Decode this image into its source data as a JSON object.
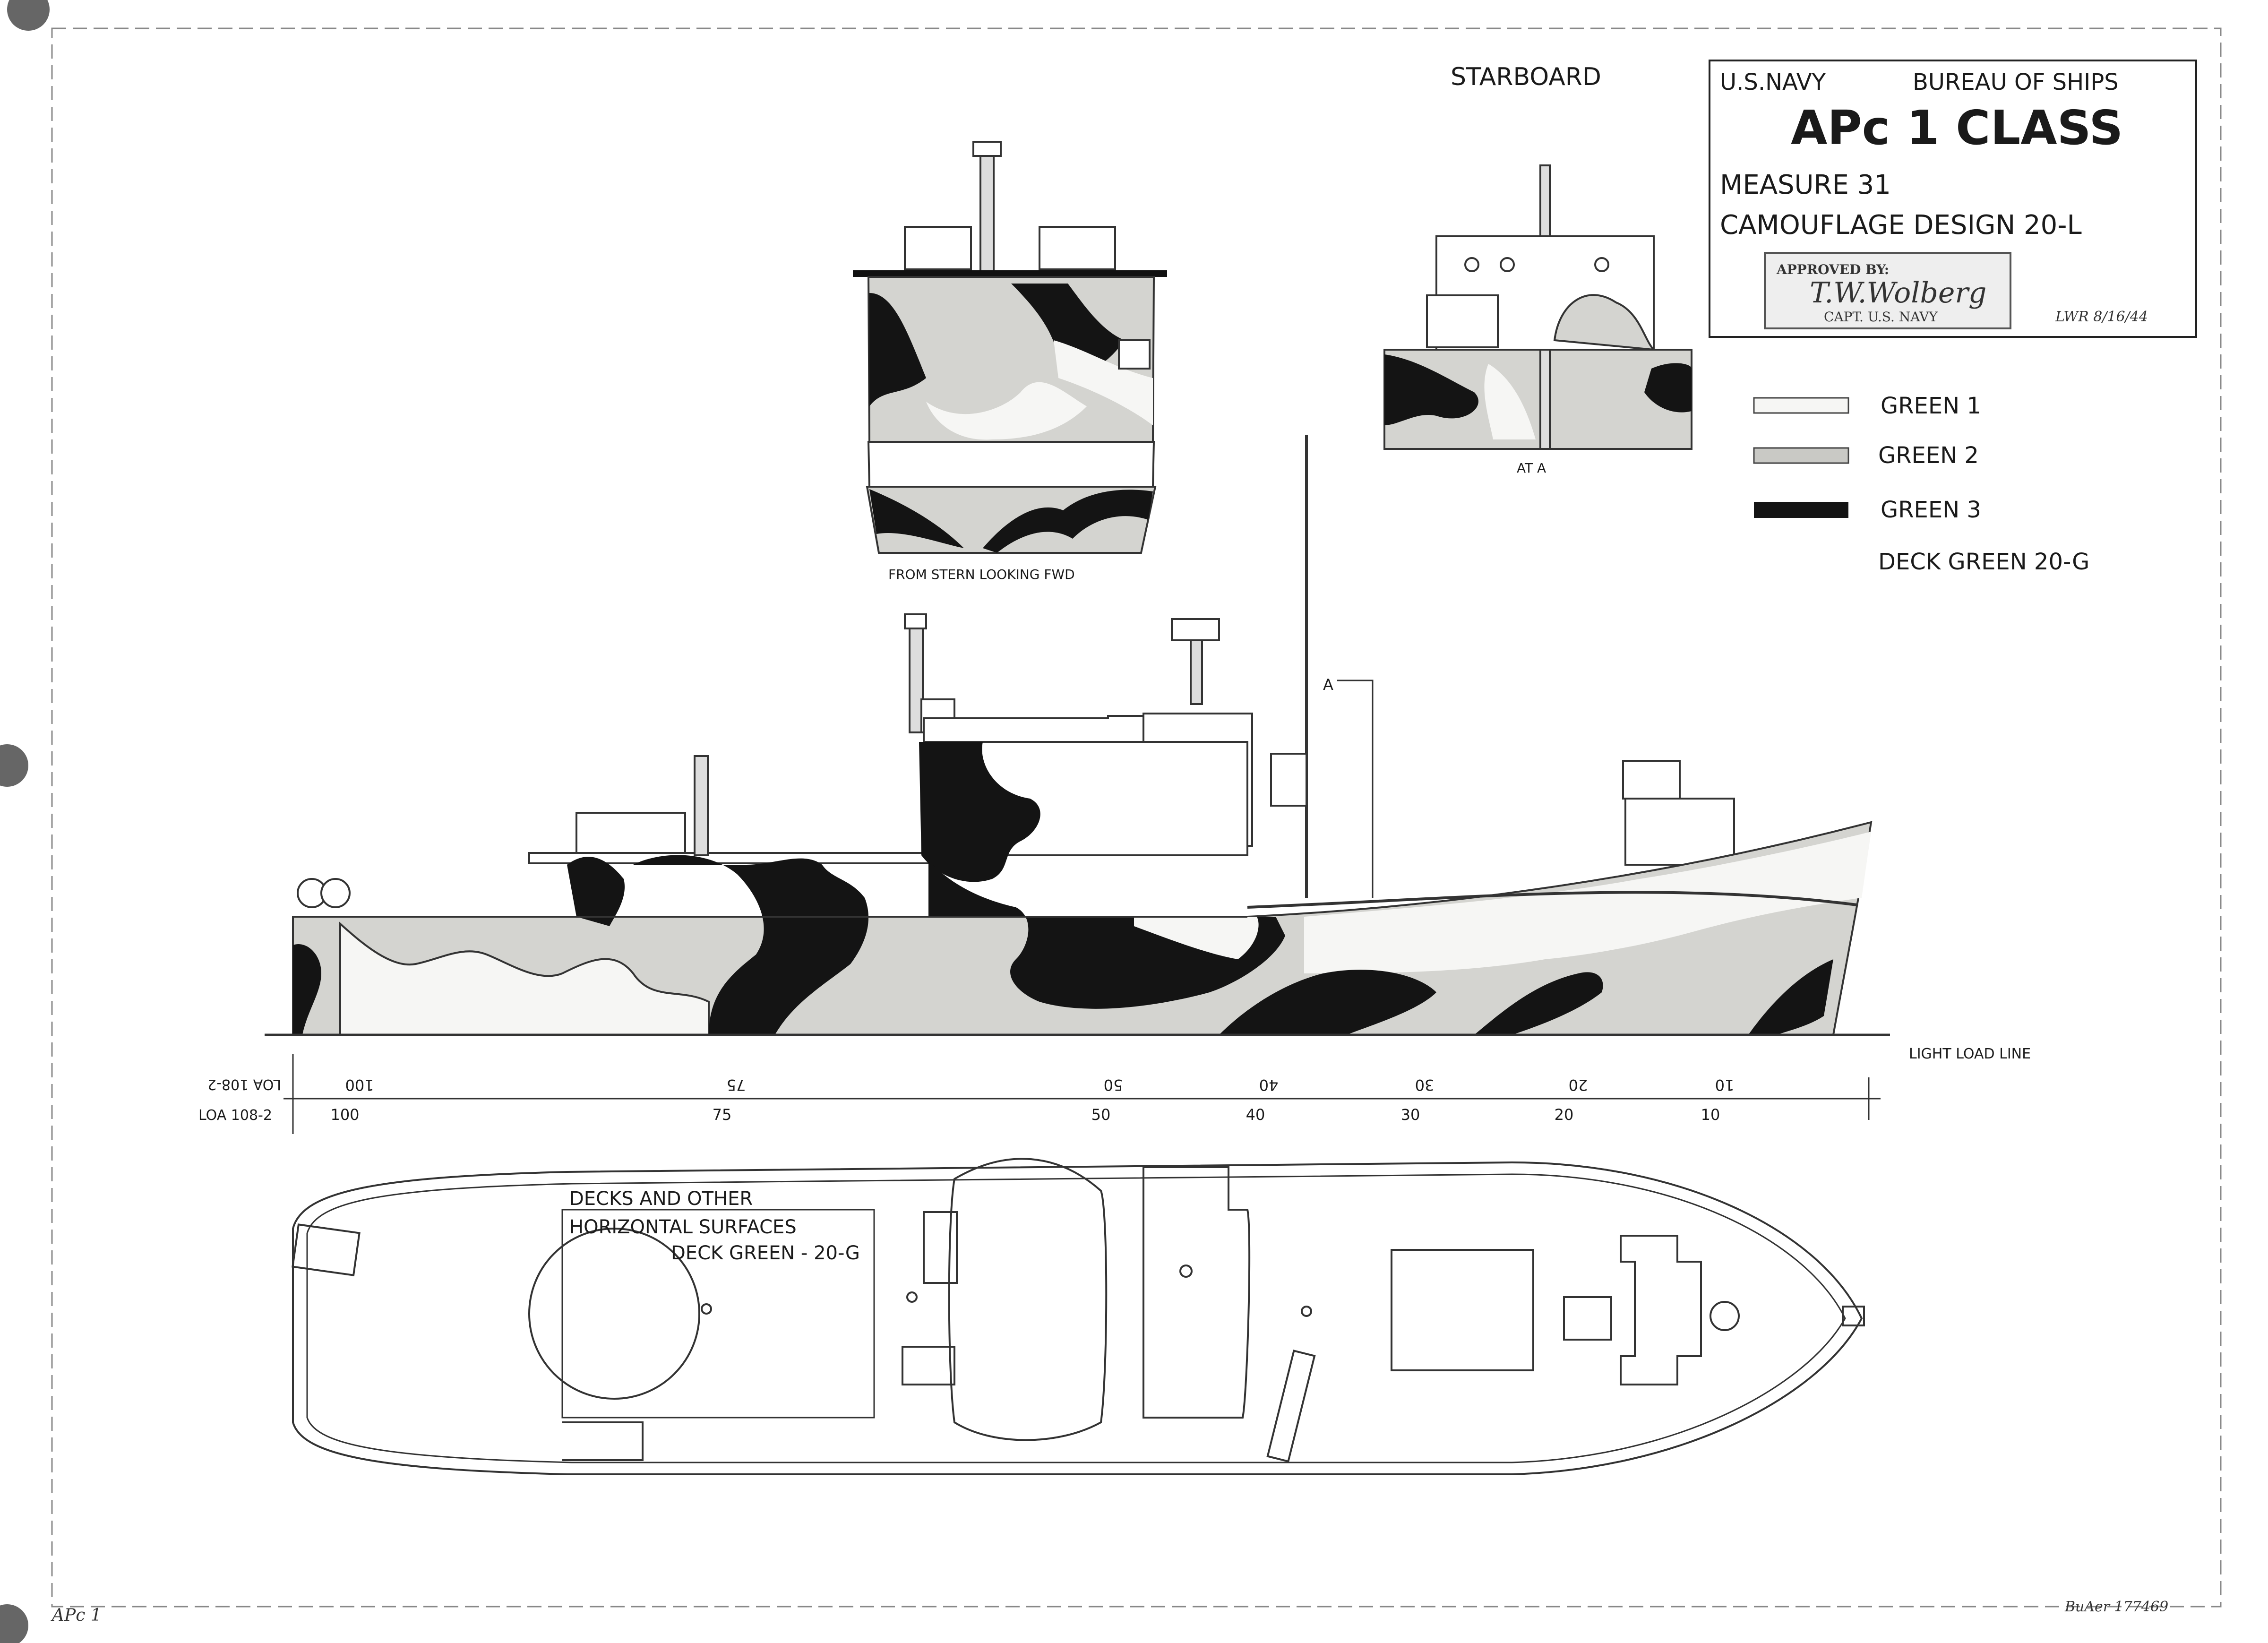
{
  "title_block": {
    "org": "U.S.NAVY",
    "bureau": "BUREAU OF SHIPS",
    "class_name": "APc 1 CLASS",
    "measure": "MEASURE   31",
    "design": "CAMOUFLAGE DESIGN  20-L",
    "approved_label": "APPROVED BY:",
    "signature": "T.W.Wolberg",
    "rank": "CAPT. U.S. NAVY",
    "initials_date": "LWR  8/16/44"
  },
  "side_label": "STARBOARD",
  "legend": [
    {
      "label": "GREEN  1",
      "color": "#f6f6f4",
      "key": "green-1"
    },
    {
      "label": "GREEN  2",
      "color": "#c9c9c5",
      "key": "green-2"
    },
    {
      "label": "GREEN  3",
      "color": "#141414",
      "key": "green-3"
    },
    {
      "label": "DECK GREEN  20-G",
      "color": "",
      "key": "deck-green"
    }
  ],
  "views": {
    "stern_caption": "FROM STERN LOOKING FWD",
    "section_caption": "AT  A",
    "section_marker": "A",
    "load_line": "LIGHT LOAD LINE"
  },
  "scale": {
    "upper_label": "LOA 108-2",
    "upper_ticks": [
      "100",
      "75",
      "50",
      "40",
      "30",
      "20",
      "10"
    ],
    "lower_label": "LOA 108-2",
    "lower_ticks": [
      "100",
      "75",
      "50",
      "40",
      "30",
      "20",
      "10"
    ]
  },
  "plan_note": {
    "line1": "DECKS AND OTHER",
    "line2": "HORIZONTAL SURFACES",
    "line3": "DECK GREEN - 20-G"
  },
  "footer": {
    "left": "APc 1",
    "right": "BuAer 177469"
  }
}
